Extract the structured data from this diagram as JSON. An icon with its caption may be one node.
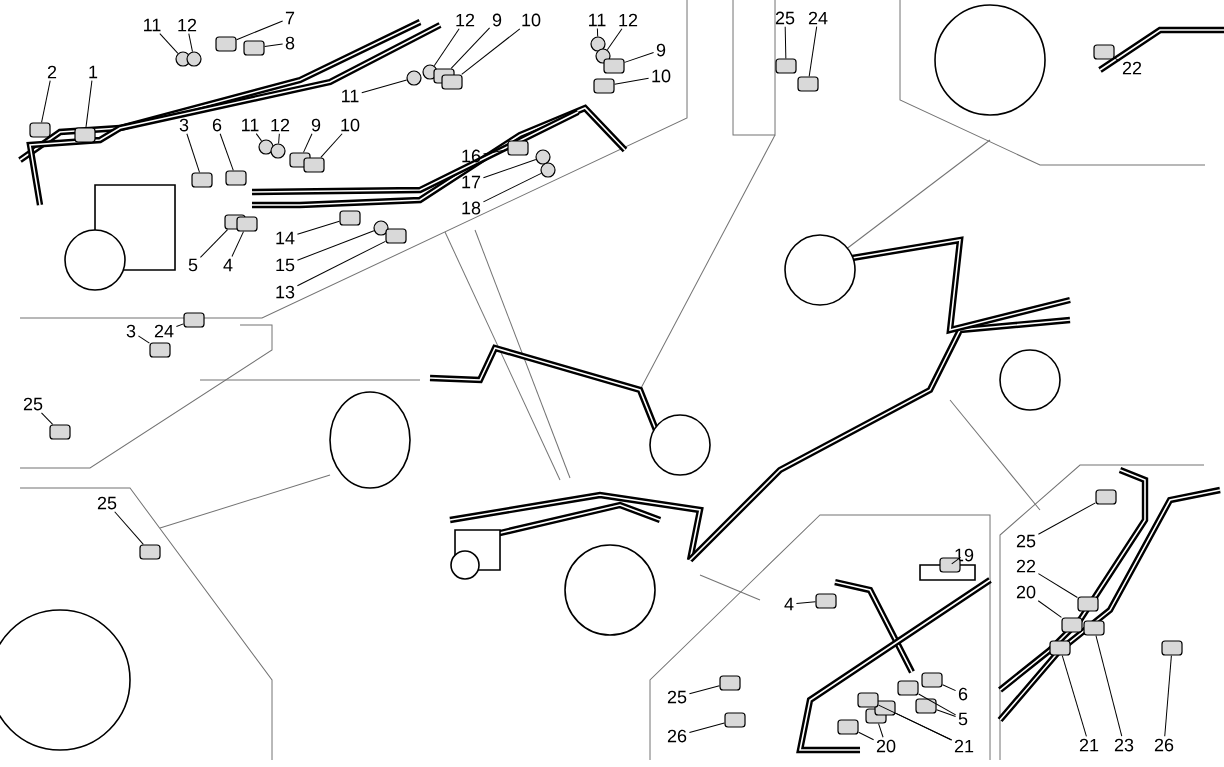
{
  "diagram": {
    "nodes": [
      {
        "text": [
          "11"
        ]
      },
      {
        "text": [
          "12"
        ]
      },
      {
        "text": [
          "7"
        ]
      },
      {
        "text": [
          "8"
        ]
      },
      {
        "text": [
          "2"
        ]
      },
      {
        "text": [
          "1"
        ]
      },
      {
        "text": [
          "12"
        ]
      },
      {
        "text": [
          "9"
        ]
      },
      {
        "text": [
          "10"
        ]
      },
      {
        "text": [
          "11"
        ]
      },
      {
        "text": [
          "11"
        ]
      },
      {
        "text": [
          "12"
        ]
      },
      {
        "text": [
          "9"
        ]
      },
      {
        "text": [
          "10"
        ]
      },
      {
        "text": [
          "3"
        ]
      },
      {
        "text": [
          "6"
        ]
      },
      {
        "text": [
          "11"
        ]
      },
      {
        "text": [
          "12"
        ]
      },
      {
        "text": [
          "9"
        ]
      },
      {
        "text": [
          "10"
        ]
      },
      {
        "text": [
          "16"
        ]
      },
      {
        "text": [
          "17"
        ]
      },
      {
        "text": [
          "18"
        ]
      },
      {
        "text": [
          "14"
        ]
      },
      {
        "text": [
          "15"
        ]
      },
      {
        "text": [
          "13"
        ]
      },
      {
        "text": [
          "5"
        ]
      },
      {
        "text": [
          "4"
        ]
      },
      {
        "text": [
          "25"
        ]
      },
      {
        "text": [
          "24"
        ]
      },
      {
        "text": [
          "22"
        ]
      },
      {
        "text": [
          "3"
        ]
      },
      {
        "text": [
          "24"
        ]
      },
      {
        "text": [
          "25"
        ]
      },
      {
        "text": [
          "25"
        ]
      },
      {
        "text": [
          "19"
        ]
      },
      {
        "text": [
          "4"
        ]
      },
      {
        "text": [
          "6"
        ]
      },
      {
        "text": [
          "5"
        ]
      },
      {
        "text": [
          "25"
        ]
      },
      {
        "text": [
          "26"
        ]
      },
      {
        "text": [
          "20"
        ]
      },
      {
        "text": [
          "21"
        ]
      },
      {
        "text": [
          "25"
        ]
      },
      {
        "text": [
          "22"
        ]
      },
      {
        "text": [
          "20"
        ]
      },
      {
        "text": [
          "21"
        ]
      },
      {
        "text": [
          "23"
        ]
      },
      {
        "text": [
          "26"
        ]
      },
      {
        "text": [],
        "shape": "circle"
      },
      {
        "text": [],
        "shape": "circle"
      },
      {
        "text": [],
        "shape": "box"
      },
      {
        "text": [],
        "shape": "box"
      },
      {
        "text": [],
        "shape": "box"
      },
      {
        "text": [],
        "shape": "box"
      },
      {
        "text": [],
        "shape": "circle"
      },
      {
        "text": [],
        "shape": "box"
      },
      {
        "text": [],
        "shape": "box"
      },
      {
        "text": [],
        "shape": "circle"
      },
      {
        "text": [],
        "shape": "circle"
      },
      {
        "text": [],
        "shape": "circle"
      },
      {
        "text": [],
        "shape": "box"
      },
      {
        "text": [],
        "shape": "box"
      },
      {
        "text": [],
        "shape": "box"
      },
      {
        "text": [],
        "shape": "box"
      },
      {
        "text": [],
        "shape": "circle"
      },
      {
        "text": [],
        "shape": "circle"
      },
      {
        "text": [],
        "shape": "box"
      },
      {
        "text": [],
        "shape": "box"
      },
      {
        "text": [],
        "shape": "box"
      },
      {
        "text": [],
        "shape": "circle"
      },
      {
        "text": [],
        "shape": "circle"
      },
      {
        "text": [],
        "shape": "box"
      },
      {
        "text": [],
        "shape": "circle"
      },
      {
        "text": [],
        "shape": "box"
      },
      {
        "text": [],
        "shape": "box"
      },
      {
        "text": [],
        "shape": "box"
      },
      {
        "text": [],
        "shape": "box"
      },
      {
        "text": [],
        "shape": "box"
      },
      {
        "text": [],
        "shape": "box"
      },
      {
        "text": [],
        "shape": "box"
      },
      {
        "text": [],
        "shape": "box"
      },
      {
        "text": [],
        "shape": "box"
      },
      {
        "text": [],
        "shape": "box"
      },
      {
        "text": [],
        "shape": "box"
      },
      {
        "text": [],
        "shape": "box"
      },
      {
        "text": [],
        "shape": "box"
      },
      {
        "text": [],
        "shape": "box"
      },
      {
        "text": [],
        "shape": "box"
      },
      {
        "text": [],
        "shape": "box"
      },
      {
        "text": [],
        "shape": "box"
      },
      {
        "text": [],
        "shape": "box"
      },
      {
        "text": [],
        "shape": "box"
      },
      {
        "text": [],
        "shape": "box"
      },
      {
        "text": [],
        "shape": "box"
      },
      {
        "text": [],
        "shape": "box"
      },
      {
        "text": [],
        "shape": "box"
      },
      {
        "text": [],
        "shape": "box"
      },
      {
        "text": [],
        "shape": "box"
      },
      {
        "text": [],
        "shape": "box"
      },
      {
        "text": [],
        "shape": "box"
      }
    ],
    "edges": [
      {
        "from": 0,
        "to": 49,
        "arrow": "none"
      },
      {
        "from": 1,
        "to": 50,
        "arrow": "none"
      },
      {
        "from": 2,
        "to": 51,
        "arrow": "none"
      },
      {
        "from": 3,
        "to": 52,
        "arrow": "none"
      },
      {
        "from": 4,
        "to": 53,
        "arrow": "none"
      },
      {
        "from": 5,
        "to": 54,
        "arrow": "none"
      },
      {
        "from": 6,
        "to": 55,
        "arrow": "none"
      },
      {
        "from": 7,
        "to": 56,
        "arrow": "none"
      },
      {
        "from": 8,
        "to": 57,
        "arrow": "none"
      },
      {
        "from": 9,
        "to": 58,
        "arrow": "none"
      },
      {
        "from": 10,
        "to": 59,
        "arrow": "none"
      },
      {
        "from": 11,
        "to": 60,
        "arrow": "none"
      },
      {
        "from": 12,
        "to": 61,
        "arrow": "none"
      },
      {
        "from": 13,
        "to": 62,
        "arrow": "none"
      },
      {
        "from": 14,
        "to": 63,
        "arrow": "none"
      },
      {
        "from": 15,
        "to": 64,
        "arrow": "none"
      },
      {
        "from": 16,
        "to": 65,
        "arrow": "none"
      },
      {
        "from": 17,
        "to": 66,
        "arrow": "none"
      },
      {
        "from": 18,
        "to": 67,
        "arrow": "none"
      },
      {
        "from": 19,
        "to": 68,
        "arrow": "none"
      },
      {
        "from": 20,
        "to": 69,
        "arrow": "none"
      },
      {
        "from": 21,
        "to": 70,
        "arrow": "none"
      },
      {
        "from": 22,
        "to": 71,
        "arrow": "none"
      },
      {
        "from": 23,
        "to": 72,
        "arrow": "none"
      },
      {
        "from": 24,
        "to": 73,
        "arrow": "none"
      },
      {
        "from": 25,
        "to": 74,
        "arrow": "none"
      },
      {
        "from": 26,
        "to": 75,
        "arrow": "none"
      },
      {
        "from": 27,
        "to": 76,
        "arrow": "none"
      },
      {
        "from": 28,
        "to": 77,
        "arrow": "none"
      },
      {
        "from": 29,
        "to": 78,
        "arrow": "none"
      },
      {
        "from": 30,
        "to": 79,
        "arrow": "none"
      },
      {
        "from": 31,
        "to": 80,
        "arrow": "none"
      },
      {
        "from": 32,
        "to": 81,
        "arrow": "none"
      },
      {
        "from": 33,
        "to": 82,
        "arrow": "none"
      },
      {
        "from": 34,
        "to": 83,
        "arrow": "none"
      },
      {
        "from": 35,
        "to": 84,
        "arrow": "none"
      },
      {
        "from": 36,
        "to": 85,
        "arrow": "none"
      },
      {
        "from": 37,
        "to": 86,
        "arrow": "none"
      },
      {
        "from": 38,
        "to": 87,
        "arrow": "none"
      },
      {
        "from": 38,
        "to": 88,
        "arrow": "none"
      },
      {
        "from": 39,
        "to": 89,
        "arrow": "none"
      },
      {
        "from": 40,
        "to": 90,
        "arrow": "none"
      },
      {
        "from": 41,
        "to": 91,
        "arrow": "none"
      },
      {
        "from": 41,
        "to": 92,
        "arrow": "none"
      },
      {
        "from": 42,
        "to": 93,
        "arrow": "none"
      },
      {
        "from": 42,
        "to": 94,
        "arrow": "none"
      },
      {
        "from": 43,
        "to": 95,
        "arrow": "none"
      },
      {
        "from": 44,
        "to": 96,
        "arrow": "none"
      },
      {
        "from": 45,
        "to": 97,
        "arrow": "none"
      },
      {
        "from": 46,
        "to": 98,
        "arrow": "none"
      },
      {
        "from": 47,
        "to": 99,
        "arrow": "none"
      },
      {
        "from": 48,
        "to": 100,
        "arrow": "none"
      }
    ]
  }
}
